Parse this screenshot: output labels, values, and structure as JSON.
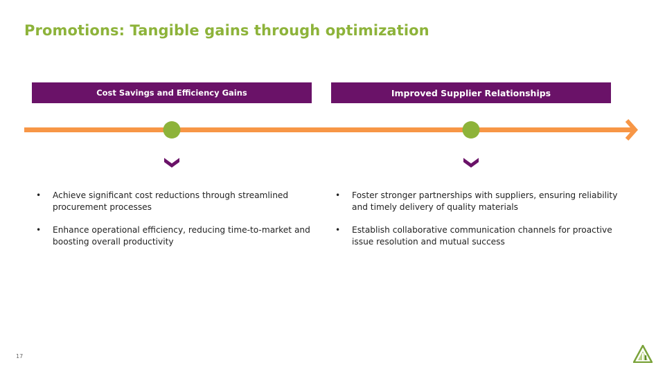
{
  "title": "Promotions: Tangible gains through optimization",
  "colors": {
    "title": "#8db33a",
    "header_bg": "#6a1268",
    "timeline": "#f79646",
    "milestone": "#8db33a",
    "chevron": "#6a1268"
  },
  "columns": [
    {
      "header": "Cost Savings and Efficiency Gains",
      "bullets": [
        "Achieve significant cost reductions through streamlined procurement processes",
        "Enhance operational efficiency, reducing time-to-market and boosting overall productivity"
      ]
    },
    {
      "header": "Improved Supplier Relationships",
      "bullets": [
        "Foster stronger partnerships with suppliers, ensuring reliability and timely delivery of quality materials",
        "Establish collaborative communication channels for proactive issue resolution and mutual success"
      ]
    }
  ],
  "bullet_char": "•",
  "page_number": "17",
  "icons": [
    "timeline-arrow-icon",
    "milestone-dot-icon",
    "chevron-down-icon",
    "company-logo-icon"
  ]
}
